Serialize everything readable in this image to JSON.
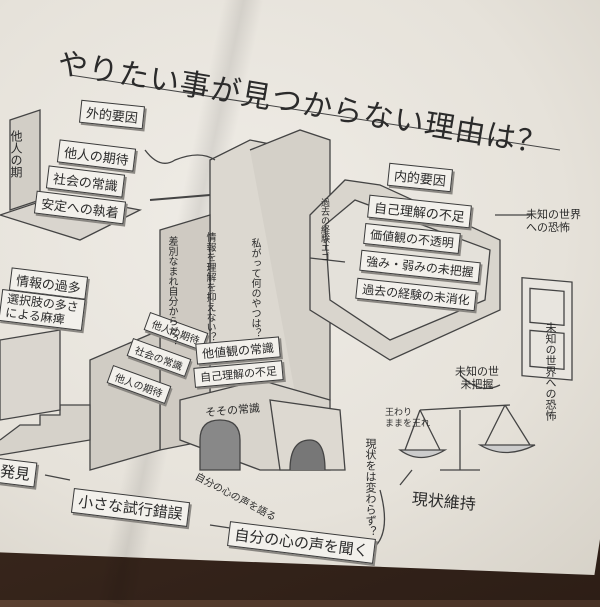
{
  "title": "やりたい事が見つからない理由は？",
  "external": {
    "heading": "外的要因",
    "items": [
      "他人の期待",
      "社会の常識",
      "安定への執着"
    ],
    "side_label": "他人の期",
    "info": [
      "情報の過多",
      "選択肢の多さ",
      "による麻痺"
    ]
  },
  "internal": {
    "heading": "内的要因",
    "items": [
      "自己理解の不足",
      "価値観の不透明",
      "強み・弱みの未把握",
      "過去の経験の未消化"
    ],
    "fear_top": [
      "未知の世界",
      "への恐怖"
    ],
    "fear_side": "未知の世界への恐怖",
    "unknown": [
      "未知の世",
      "未把握"
    ]
  },
  "tower": {
    "steps_left": [
      "他人の期待",
      "社会の常識",
      "他人の期待"
    ],
    "steps_right": [
      "他値観の常識",
      "自己理解の不足",
      "そその常識"
    ],
    "columns": [
      "差別なまれ自分からだ？",
      "情報を理解を抑えない？",
      "私がって何のやつは？",
      "過去の経験エゴ"
    ],
    "path_label": "自分の心の声を語る",
    "status_quo_q": "現状をは変わらず？",
    "note": [
      "王わり",
      "ままを王れ"
    ]
  },
  "flow": [
    "発見",
    "小さな試行錯誤",
    "自分の心の声を聞く"
  ],
  "status_quo": "現状維持"
}
